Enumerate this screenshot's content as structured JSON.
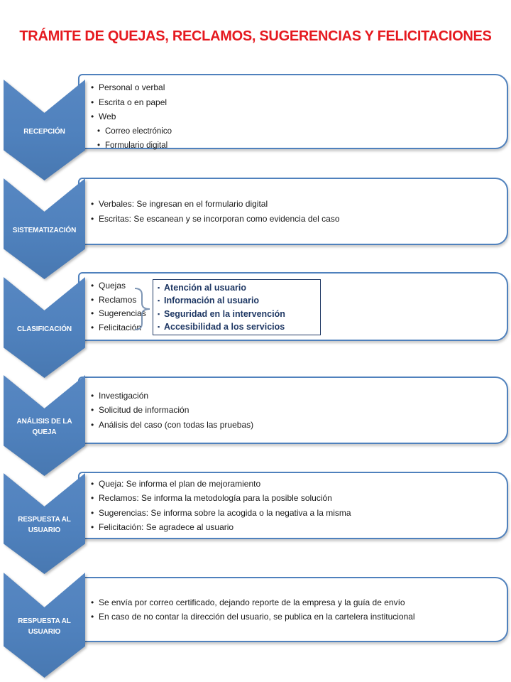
{
  "title": "TRÁMITE DE QUEJAS, RECLAMOS, SUGERENCIAS Y FELICITACIONES",
  "colors": {
    "title_red": "#e5191f",
    "accent_blue": "#4f81bd",
    "detail_navy": "#1f3864",
    "body_text": "#1a1a1a"
  },
  "steps": [
    {
      "label": "RECEPCIÓN",
      "bullets": [
        "Personal o verbal",
        "Escrita o en papel",
        "Web"
      ],
      "sub_bullets": [
        "Correo electrónico",
        "Formulario digital"
      ]
    },
    {
      "label": "SISTEMATIZACIÓN",
      "bullets": [
        "Verbales: Se ingresan en el formulario digital",
        "Escritas: Se escanean y se  incorporan como evidencia del caso"
      ]
    },
    {
      "label": "CLASIFICACIÓN",
      "bullets": [
        "Quejas",
        "Reclamos",
        "Sugerencias",
        "Felicitación"
      ],
      "detail_box": {
        "items": [
          "Atención al usuario",
          "Información al usuario",
          "Seguridad en la intervención",
          "Accesibilidad a los servicios"
        ]
      }
    },
    {
      "label": "ANÁLISIS DE LA QUEJA",
      "bullets": [
        "Investigación",
        "Solicitud de información",
        "Análisis del caso (con todas las pruebas)"
      ]
    },
    {
      "label": "RESPUESTA AL USUARIO",
      "bullets": [
        "Queja: Se informa el plan de mejoramiento",
        "Reclamos: Se informa la metodología para la posible solución",
        "Sugerencias: Se informa sobre la acogida o la negativa a la misma",
        "Felicitación: Se agradece al usuario"
      ]
    },
    {
      "label": "RESPUESTA AL USUARIO",
      "bullets": [
        "Se envía por correo certificado, dejando reporte de la empresa y la guía de envío",
        "En caso de no contar la dirección del usuario, se publica en la cartelera institucional"
      ]
    }
  ]
}
